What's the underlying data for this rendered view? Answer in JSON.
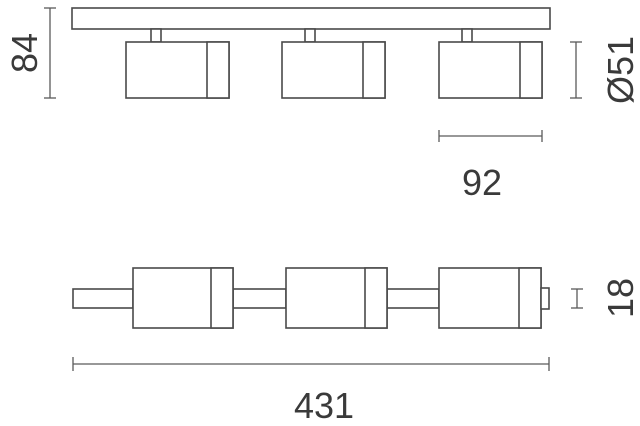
{
  "dimensions": {
    "height": "84",
    "diameter": "Ø51",
    "spacing": "92",
    "depth": "18",
    "length": "431"
  },
  "colors": {
    "line": "#4a4a4a",
    "text": "#3a3a3a",
    "background": "#ffffff"
  }
}
